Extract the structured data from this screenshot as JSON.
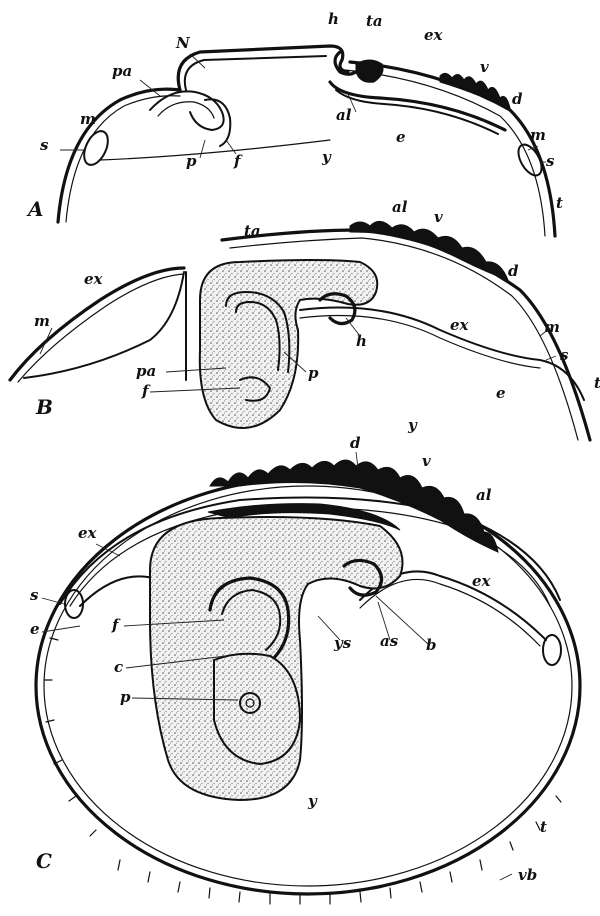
{
  "panels": {
    "A": {
      "letter": "A",
      "labels": {
        "N": "N",
        "h": "h",
        "ta": "ta",
        "ex": "ex",
        "pa": "pa",
        "v": "v",
        "m_left": "m",
        "d": "d",
        "s_left": "s",
        "al": "al",
        "e": "e",
        "m_right": "m",
        "p": "p",
        "f": "f",
        "y": "y",
        "s_right": "s",
        "t": "t"
      }
    },
    "B": {
      "letter": "B",
      "labels": {
        "ta": "ta",
        "al": "al",
        "v": "v",
        "ex_left": "ex",
        "d": "d",
        "m_left": "m",
        "ex_right": "ex",
        "m_right": "m",
        "h": "h",
        "pa": "pa",
        "p": "p",
        "s": "s",
        "f": "f",
        "e": "e",
        "t": "t",
        "y": "y"
      }
    },
    "C": {
      "letter": "C",
      "labels": {
        "d": "d",
        "v": "v",
        "al": "al",
        "ex_left": "ex",
        "ex_right": "ex",
        "s": "s",
        "e": "e",
        "f": "f",
        "ys": "ys",
        "as": "as",
        "b": "b",
        "c": "c",
        "p": "p",
        "y": "y",
        "t": "t",
        "vb": "vb"
      }
    }
  }
}
